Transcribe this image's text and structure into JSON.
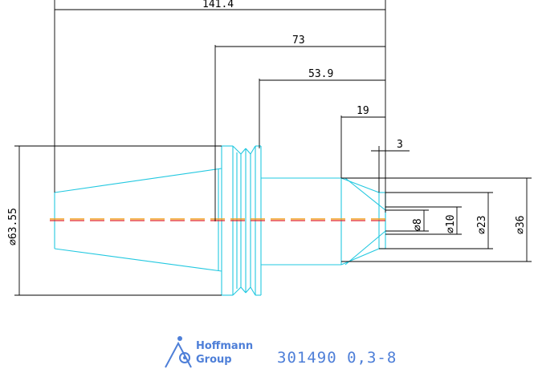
{
  "dimensions": {
    "length_total": "141.4",
    "length_73": "73",
    "length_53_9": "53.9",
    "length_19": "19",
    "length_3": "3",
    "dia_flange": "⌀63.55",
    "dia_8": "⌀8",
    "dia_10": "⌀10",
    "dia_23": "⌀23",
    "dia_36": "⌀36"
  },
  "logo": {
    "line1": "Hoffmann",
    "line2": "Group"
  },
  "part": {
    "number": "301490 0,3-8"
  },
  "colors": {
    "outline": "#22c8e0",
    "dimension": "#000000",
    "centerline_red": "#e02020",
    "centerline_orange": "#f0a020",
    "brand": "#4e7fd8"
  }
}
